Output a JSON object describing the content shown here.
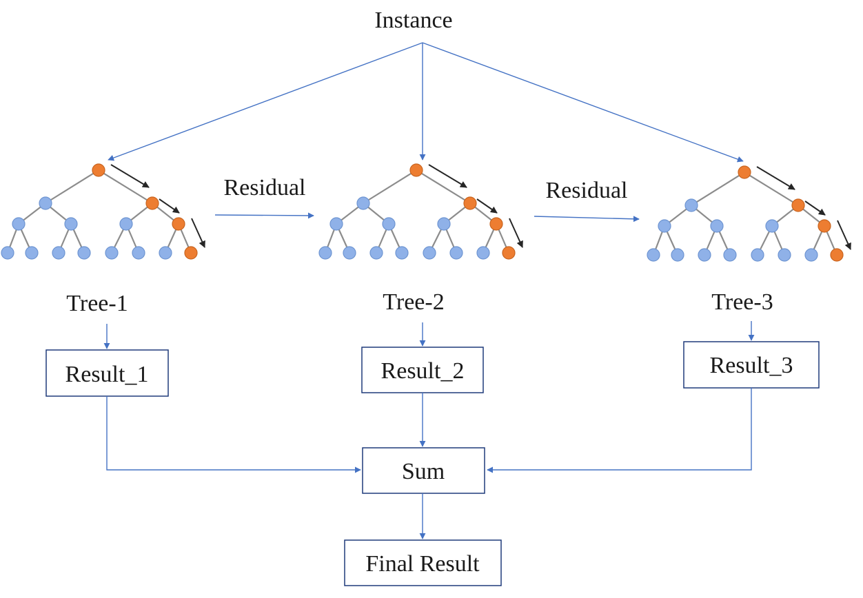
{
  "labels": {
    "instance": "Instance",
    "residual_1": "Residual",
    "residual_2": "Residual",
    "tree_1": "Tree-1",
    "tree_2": "Tree-2",
    "tree_3": "Tree-3",
    "result_1": "Result_1",
    "result_2": "Result_2",
    "result_3": "Result_3",
    "sum": "Sum",
    "final_result": "Final Result"
  },
  "colors": {
    "arrow": "#4472c4",
    "box_border": "#1f3a7a",
    "node_normal": "#8fb1e8",
    "node_highlight": "#ed7d31",
    "tree_edge": "#8c8c8c"
  }
}
